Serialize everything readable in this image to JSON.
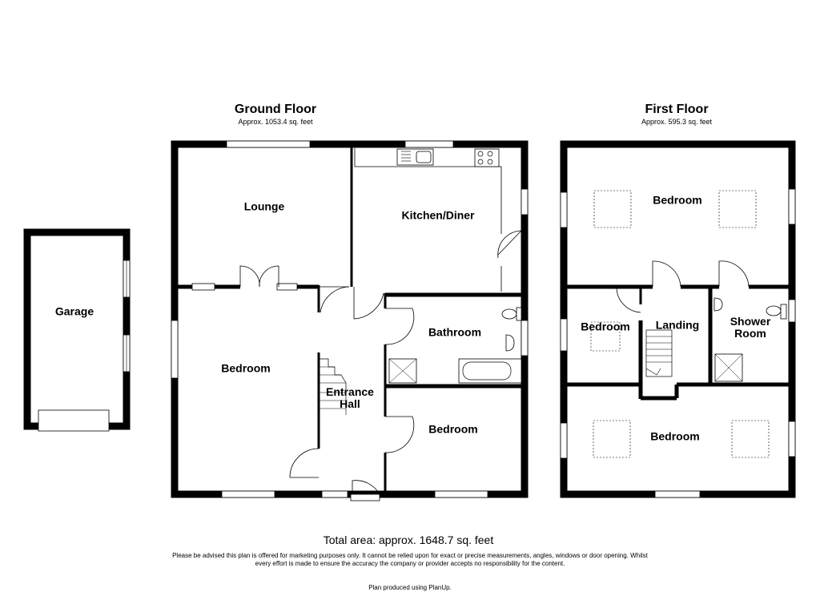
{
  "ground_floor": {
    "title": "Ground Floor",
    "area": "Approx. 1053.4 sq. feet",
    "rooms": {
      "lounge": "Lounge",
      "kitchen_diner": "Kitchen/Diner",
      "bathroom": "Bathroom",
      "bedroom_1": "Bedroom",
      "entrance_hall": "Entrance\nHall",
      "bedroom_2": "Bedroom"
    }
  },
  "garage": {
    "label": "Garage"
  },
  "first_floor": {
    "title": "First Floor",
    "area": "Approx. 595.3 sq. feet",
    "rooms": {
      "bedroom_top": "Bedroom",
      "bedroom_small": "Bedroom",
      "landing": "Landing",
      "shower_room": "Shower\nRoom",
      "bedroom_bottom": "Bedroom"
    }
  },
  "footer": {
    "total_area": "Total area: approx. 1648.7 sq. feet",
    "disclaimer_line1": "Please be advised this plan is offered for marketing purposes only. It cannot be relied upon for exact or precise measurements, angles, windows or door opening. Whilst",
    "disclaimer_line2": "every effort is made to ensure the accuracy the company or provider accepts no responsibility for the content.",
    "credit": "Plan produced using PlanUp."
  },
  "colors": {
    "wall": "#000000",
    "window": "#ffffff",
    "fixture": "#666666"
  }
}
